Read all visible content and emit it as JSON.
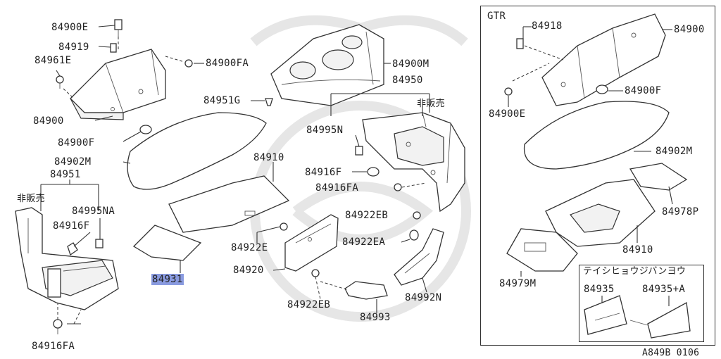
{
  "labels": {
    "p84900E": "84900E",
    "p84919": "84919",
    "p84961E": "84961E",
    "p84900FA": "84900FA",
    "p84900": "84900",
    "p84900F": "84900F",
    "p84902M": "84902M",
    "p84951": "84951",
    "p84951G": "84951G",
    "p84900M": "84900M",
    "p84950": "84950",
    "hihanbai1": "非販売",
    "hihanbai2": "非販売",
    "p84995N": "84995N",
    "p84910": "84910",
    "p84916F": "84916F",
    "p84916FA": "84916FA",
    "p84995NA": "84995NA",
    "p84916F_l": "84916F",
    "p84922EB": "84922EB",
    "p84922E": "84922E",
    "p84922EA": "84922EA",
    "p84920": "84920",
    "p84931": "84931",
    "p84922EB_b": "84922EB",
    "p84993": "84993",
    "p84992N": "84992N",
    "p84916FA_l": "84916FA",
    "gtr": "GTR",
    "g84918": "84918",
    "g84900": "84900",
    "g84900F": "84900F",
    "g84900E": "84900E",
    "g84902M": "84902M",
    "g84978P": "84978P",
    "g84910": "84910",
    "g84979M": "84979M",
    "kana": "テイシヒョウジバンヨウ",
    "g84935": "84935",
    "g84935A": "84935+A",
    "code": "A849B 0106"
  },
  "colors": {
    "highlight": "#8a9be0",
    "line": "#333333"
  }
}
